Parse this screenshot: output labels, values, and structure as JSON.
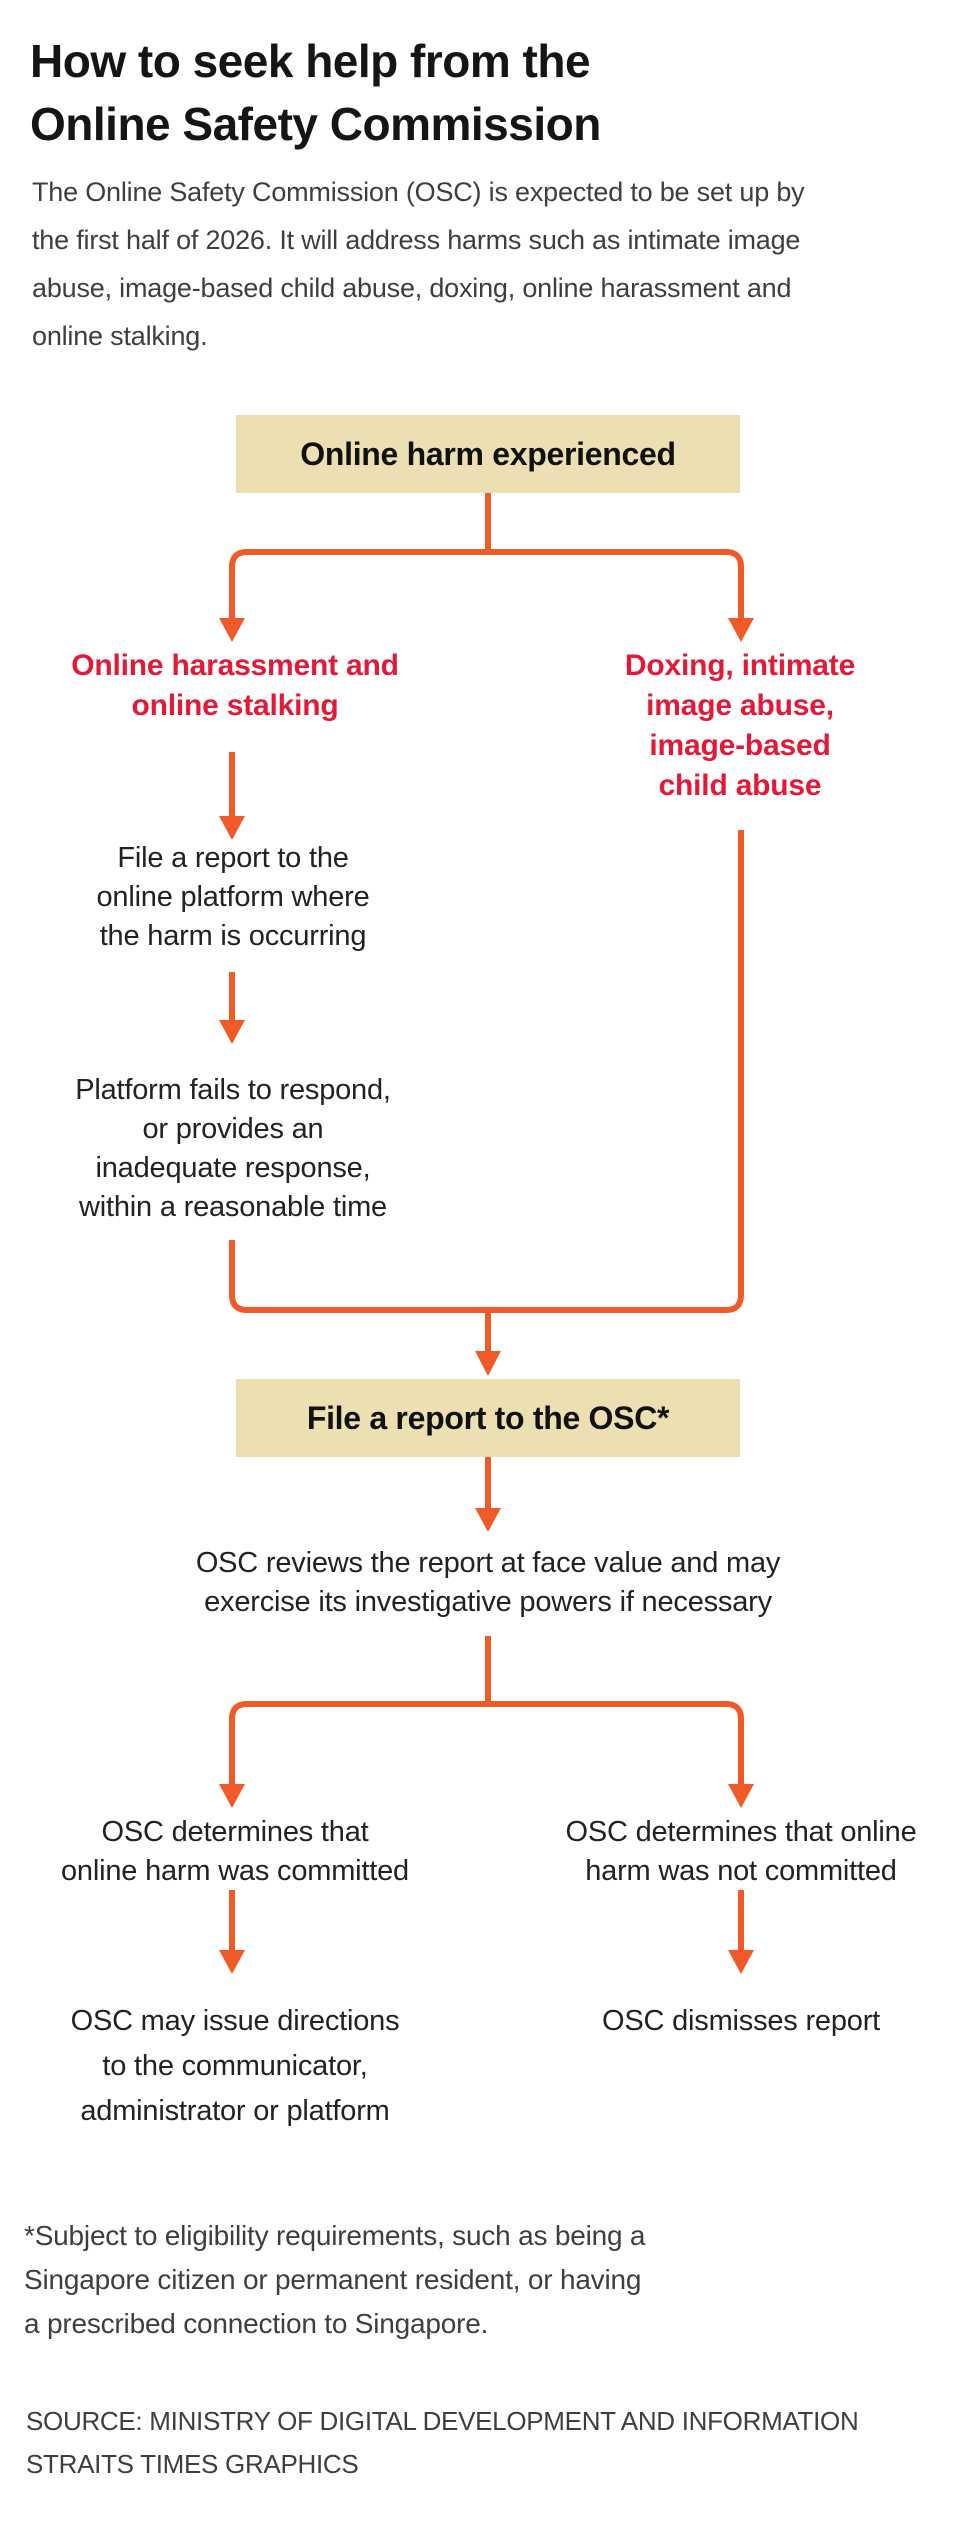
{
  "theme": {
    "orange": "#f05a28",
    "red": "#e31937",
    "tan": "#ecdfb1",
    "ink": "#151515",
    "gray": "#3e3e3e",
    "bg": "#ffffff"
  },
  "header": {
    "title_lines": [
      "How to seek help from the",
      "Online Safety Commission"
    ],
    "intro_lines": [
      "The Online Safety Commission (OSC) is expected to be set up by",
      "the first half of 2026. It will address harms such as intimate image",
      "abuse, image-based child abuse, doxing, online harassment and",
      "online stalking."
    ]
  },
  "flowchart": {
    "start_box": {
      "label": "Online harm experienced"
    },
    "branch_left": {
      "label_lines": [
        "Online harassment and",
        "online stalking"
      ]
    },
    "branch_right": {
      "label_lines": [
        "Doxing, intimate",
        "image abuse,",
        "image-based",
        "child abuse"
      ]
    },
    "step_file_platform": {
      "lines": [
        "File a report to the",
        "online platform where",
        "the harm is occurring"
      ]
    },
    "step_platform_fails": {
      "lines": [
        "Platform fails to respond,",
        "or provides an",
        "inadequate response,",
        "within a reasonable time"
      ]
    },
    "osc_box": {
      "label": "File a report to the OSC*"
    },
    "step_osc_reviews": {
      "lines": [
        "OSC reviews the report at face value and may",
        "exercise its investigative powers if necessary"
      ]
    },
    "outcome_left": {
      "lines": [
        "OSC determines that",
        "online harm was committed"
      ]
    },
    "outcome_right": {
      "lines": [
        "OSC determines that online",
        "harm was not committed"
      ]
    },
    "action_left": {
      "lines": [
        "OSC may issue directions",
        "to the communicator,",
        "administrator or platform"
      ]
    },
    "action_right": {
      "lines": [
        "OSC dismisses report"
      ]
    }
  },
  "footer": {
    "footnote_lines": [
      "*Subject to eligibility requirements, such as being a",
      "Singapore citizen or permanent resident, or having",
      "a prescribed connection to Singapore."
    ],
    "source_lines": [
      "SOURCE: MINISTRY OF DIGITAL DEVELOPMENT AND INFORMATION",
      "STRAITS TIMES GRAPHICS"
    ]
  },
  "icons": {
    "arrow_down": "filled-triangle-down"
  }
}
